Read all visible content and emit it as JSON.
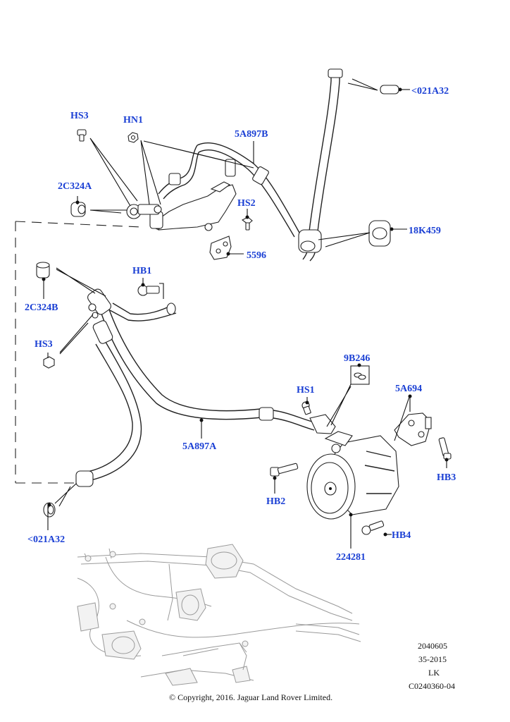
{
  "callouts": {
    "hs3_top": "HS3",
    "hn1": "HN1",
    "c5a897b": "5A897B",
    "c021a32_top": "<021A32",
    "c2c324a": "2C324A",
    "hs2": "HS2",
    "c18k459": "18K459",
    "c5596": "5596",
    "hb1": "HB1",
    "c2c324b": "2C324B",
    "hs3_left": "HS3",
    "c9b246": "9B246",
    "hs1": "HS1",
    "c5a694": "5A694",
    "c5a897a": "5A897A",
    "hb3": "HB3",
    "hb2": "HB2",
    "hb4": "HB4",
    "c224281": "224281",
    "c021a32_bottom": "<021A32"
  },
  "meta": {
    "line1": "2040605",
    "line2": "35-2015",
    "line3": "LK",
    "line4": "C0240360-04"
  },
  "copyright": "© Copyright, 2016. Jaguar Land Rover Limited."
}
